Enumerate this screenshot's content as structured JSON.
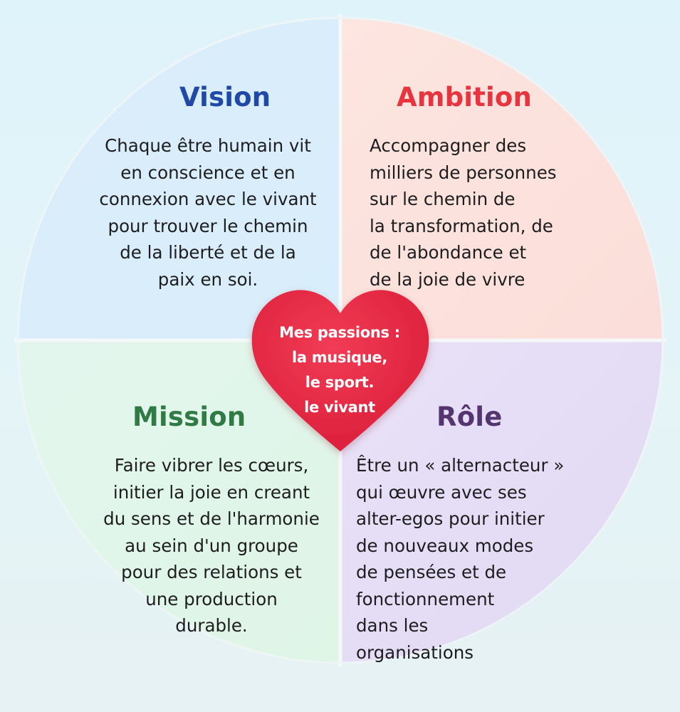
{
  "quadrants": {
    "vision": {
      "title": "Vision",
      "text": "Chaque être humain vit\nen conscience et en\nconnexion avec le vivant\npour trouver le chemin\nde la liberté et de la\npaix en soi."
    },
    "ambition": {
      "title": "Ambition",
      "text": "Accompagner des\nmilliers de personnes\nsur le chemin de\nla transformation, de\nde l'abondance et\nde la joie de vivre"
    },
    "mission": {
      "title": "Mission",
      "text": "Faire vibrer les cœurs,\ninitier la joie en creant\ndu sens et de l'harmonie\nau sein d'un groupe\npour des relations et\nune production\ndurable."
    },
    "role": {
      "title": "Rôle",
      "text": "Être un « alternacteur »\nqui œuvre avec ses\nalter-egos pour initier\nde nouveaux modes\nde pensées et de\nfonctionnement\ndans les\norganisations"
    }
  },
  "heart": {
    "text": "Mes passions :\nla musique,\nle sport.\nle vivant"
  },
  "colors": {
    "vision_fill": "#dbeefb",
    "ambition_fill": "#fde2dd",
    "mission_fill": "#e1f6ea",
    "role_fill": "#e6def6",
    "heart_fill": "#e8263f",
    "divider": "#f4f7f8"
  },
  "icons": {
    "center": "heart-icon"
  }
}
